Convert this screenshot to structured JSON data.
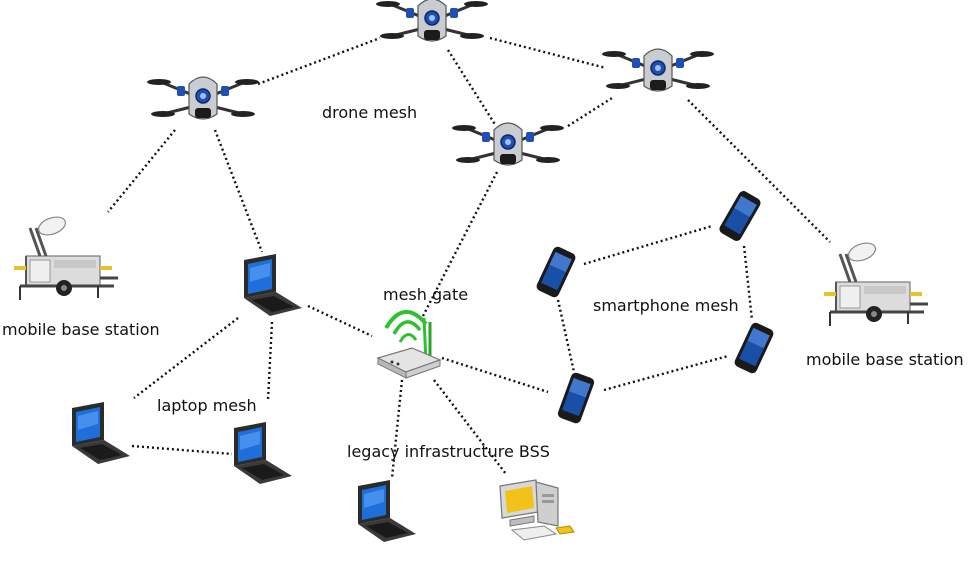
{
  "labels": {
    "drone_mesh": "drone mesh",
    "mobile_base_station_left": "mobile base station",
    "mobile_base_station_right": "mobile base station",
    "mesh_gate": "mesh gate",
    "smartphone_mesh": "smartphone mesh",
    "laptop_mesh": "laptop mesh",
    "legacy_bss": "legacy infrastructure BSS"
  },
  "colors": {
    "link": "#111111",
    "drone_body": "#c9cdd2",
    "drone_accent": "#1f4fb5",
    "laptop_screen": "#1e6fd9",
    "phone_screen": "#1a4fa8",
    "router_signal": "#2fc02f",
    "trailer": "#dcdcdc",
    "monitor_screen": "#f3c21a"
  }
}
